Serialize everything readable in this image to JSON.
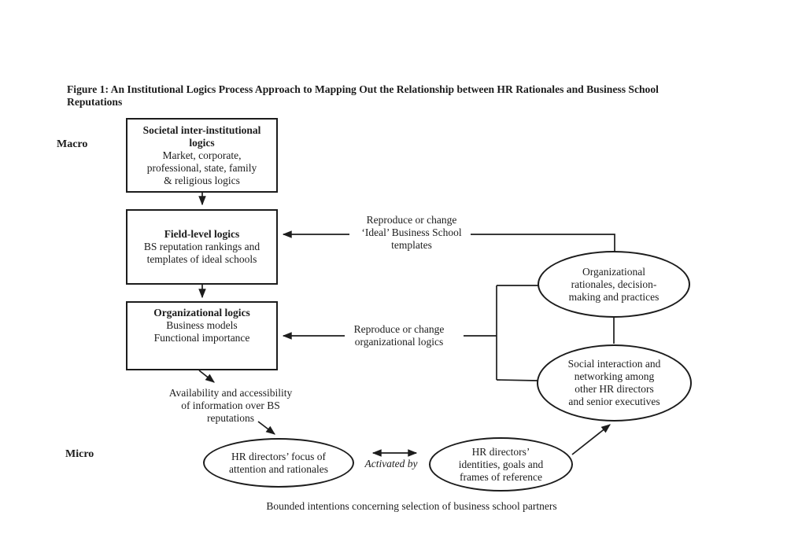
{
  "title": "Figure 1:  An Institutional Logics Process Approach to Mapping Out the Relationship between HR Rationales and Business School Reputations",
  "levels": {
    "macro": "Macro",
    "micro": "Micro"
  },
  "boxes": {
    "societal": {
      "title": "Societal inter-institutional logics",
      "body": "Market, corporate,\nprofessional, state, family\n& religious logics"
    },
    "field": {
      "title": "Field-level logics",
      "body": "BS reputation rankings and\ntemplates of ideal schools"
    },
    "organizational": {
      "title": "Organizational logics",
      "body": "Business models\nFunctional importance"
    }
  },
  "ellipses": {
    "org_rationales": "Organizational\nrationales, decision-\nmaking and practices",
    "social_interaction": "Social interaction and\nnetworking among\nother HR directors\nand senior executives",
    "hr_focus": "HR directors’ focus of\nattention and rationales",
    "hr_identities": "HR directors’\nidentities, goals and\nframes of reference"
  },
  "annotations": {
    "reproduce_templates": "Reproduce or change\n‘Ideal’ Business School\ntemplates",
    "reproduce_org_logics": "Reproduce or change\norganizational logics",
    "availability": "Availability and accessibility\nof information over BS\nreputations",
    "activated_by": "Activated by",
    "bounded_intentions": "Bounded intentions concerning selection of business school partners"
  }
}
